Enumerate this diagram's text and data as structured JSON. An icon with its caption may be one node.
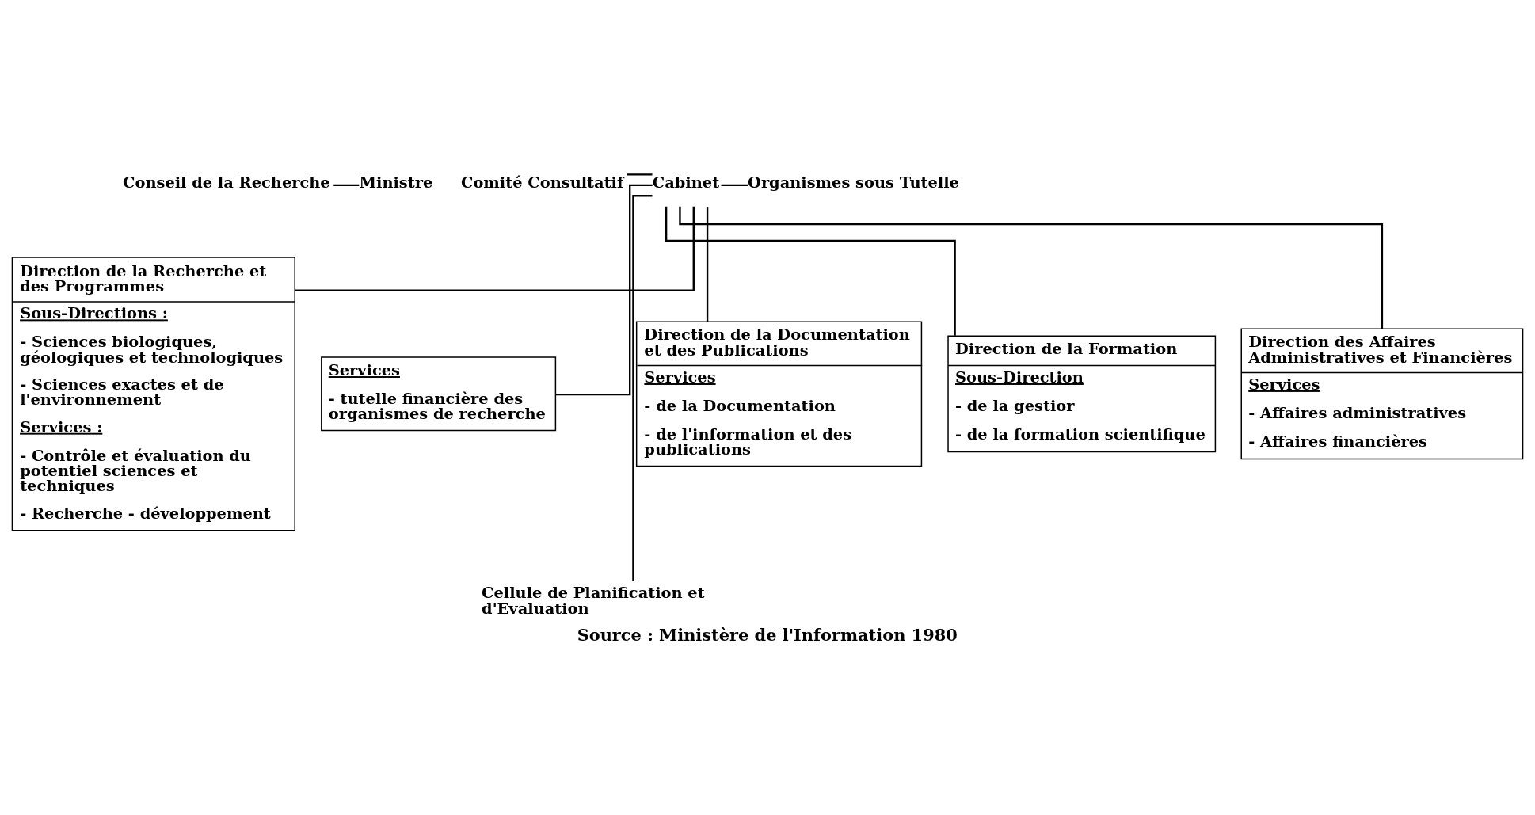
{
  "diagram": {
    "caption": "Source : Ministère de l'Information 1980",
    "nodes": [
      {
        "text": [
          "Ministre"
        ]
      },
      {
        "text": [
          "Conseil de la Recherche"
        ]
      },
      {
        "text": [
          "Comité Consultatif"
        ]
      },
      {
        "text": [
          "Cabinet"
        ]
      },
      {
        "text": [
          "Organismes sous Tutelle"
        ]
      },
      {
        "text": [
          "Direction de la Recherche et des Programmes",
          "Sous-Directions :",
          "- Sciences biologiques, géologiques et technologiques",
          "- Sciences exactes et de l'environnement",
          "Services :",
          "- Contrôle et évaluation du potentiel sciences et techniques",
          "- Recherche - développement"
        ]
      },
      {
        "text": [
          "Services",
          "- tutelle financière des organismes de recherche"
        ]
      },
      {
        "text": [
          "Cellule de Planification et d'Evaluation"
        ]
      },
      {
        "text": [
          "Direction de la Documentation et des Publications",
          "Services",
          "- de la Documentation",
          "- de l'information et des publications"
        ]
      },
      {
        "text": [
          "Direction de la Formation",
          "Sous-Direction",
          "- de la gestior",
          "- de la formation scientifique"
        ]
      },
      {
        "text": [
          "Direction des Affaires Administratives et Financières",
          "Services",
          "- Affaires administratives",
          "- Affaires financières"
        ]
      }
    ],
    "edges": [
      {
        "from": 1,
        "to": 0,
        "arrow": "none"
      },
      {
        "from": 2,
        "to": 3,
        "arrow": "none"
      },
      {
        "from": 3,
        "to": 4,
        "arrow": "none"
      },
      {
        "from": 3,
        "to": 5,
        "arrow": "none"
      },
      {
        "from": 3,
        "to": 6,
        "arrow": "none"
      },
      {
        "from": 3,
        "to": 7,
        "arrow": "none"
      },
      {
        "from": 3,
        "to": 8,
        "arrow": "none"
      },
      {
        "from": 3,
        "to": 9,
        "arrow": "none"
      },
      {
        "from": 3,
        "to": 10,
        "arrow": "none"
      }
    ]
  }
}
